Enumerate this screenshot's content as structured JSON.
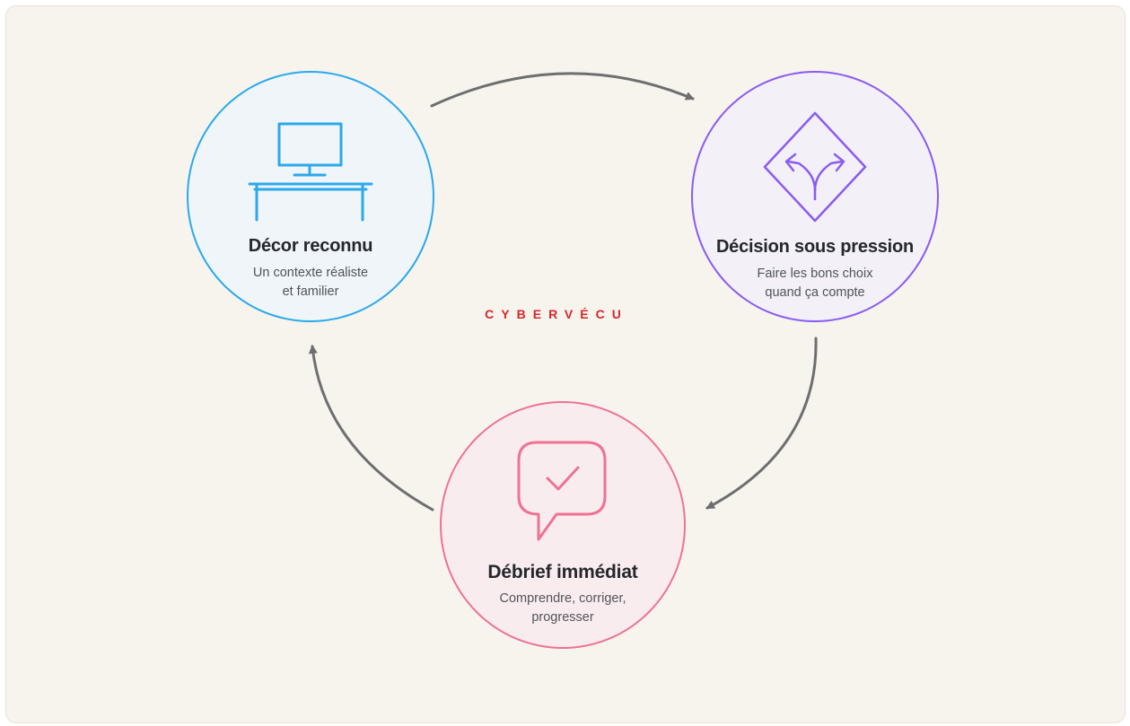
{
  "brand": "CYBERVÉCU",
  "colors": {
    "background": "#f7f4ee",
    "decor": "#2ba9ec",
    "decision": "#8a5cf2",
    "debrief": "#ef7294",
    "arrow": "#6e6e6e",
    "brand": "#d8262a"
  },
  "nodes": {
    "decor": {
      "title": "Décor reconnu",
      "subtitle_line1": "Un contexte réaliste",
      "subtitle_line2": "et familier",
      "icon": "desk-monitor-icon"
    },
    "decision": {
      "title": "Décision sous pression",
      "subtitle_line1": "Faire les bons choix",
      "subtitle_line2": "quand ça compte",
      "icon": "diverging-arrows-icon"
    },
    "debrief": {
      "title": "Débrief immédiat",
      "subtitle_line1": "Comprendre, corriger,",
      "subtitle_line2": "progresser",
      "icon": "speech-check-icon"
    }
  },
  "cycle": [
    "decor",
    "decision",
    "debrief"
  ]
}
